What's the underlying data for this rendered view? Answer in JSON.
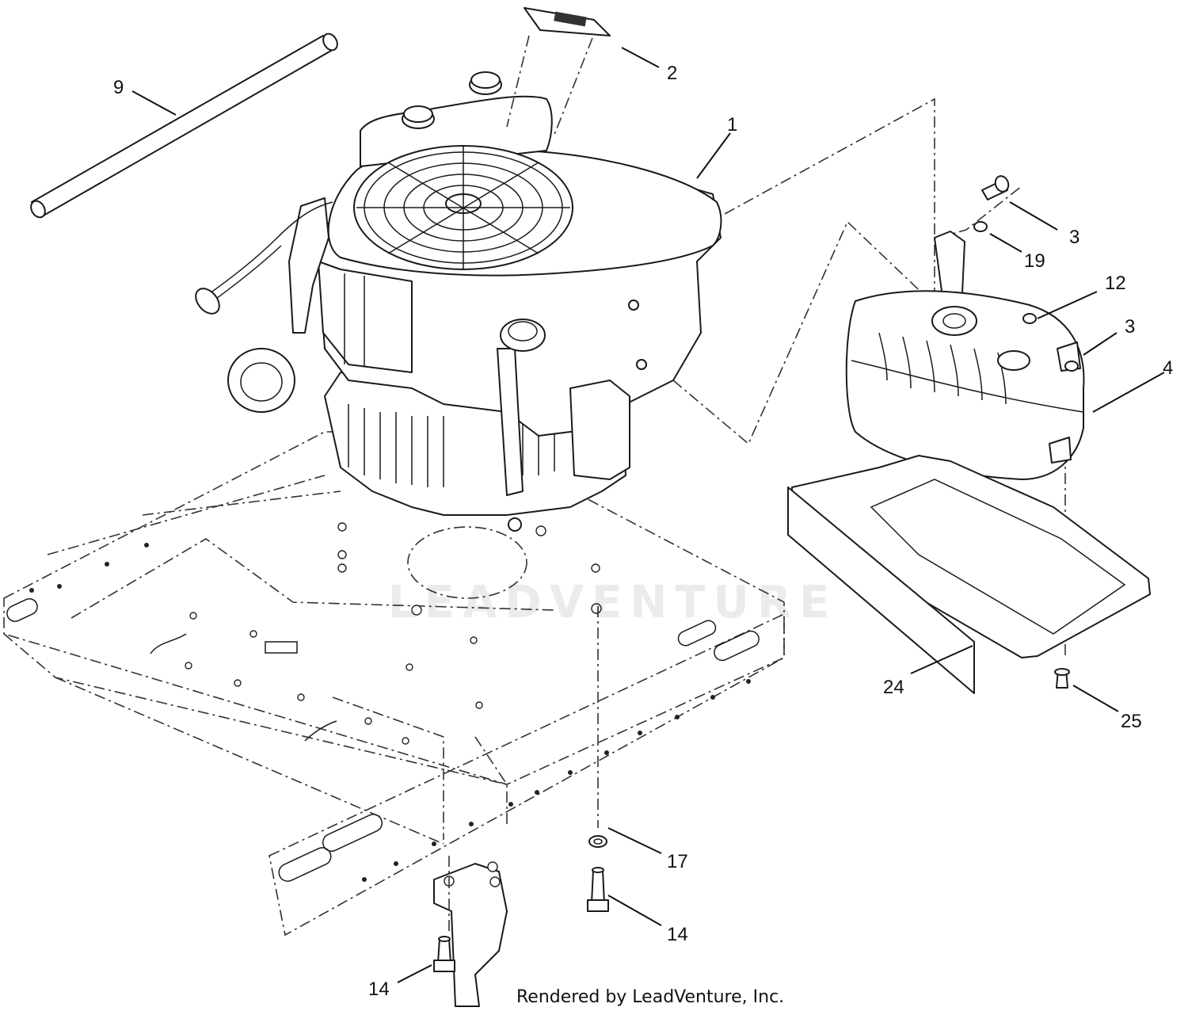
{
  "diagram": {
    "labels": {
      "n1": "1",
      "n2": "2",
      "n3a": "3",
      "n3b": "3",
      "n4": "4",
      "n9": "9",
      "n12": "12",
      "n14a": "14",
      "n14b": "14",
      "n17": "17",
      "n19": "19",
      "n24": "24",
      "n25": "25"
    },
    "watermark": "LEADVENTURE",
    "credit": "Rendered by LeadVenture, Inc."
  }
}
